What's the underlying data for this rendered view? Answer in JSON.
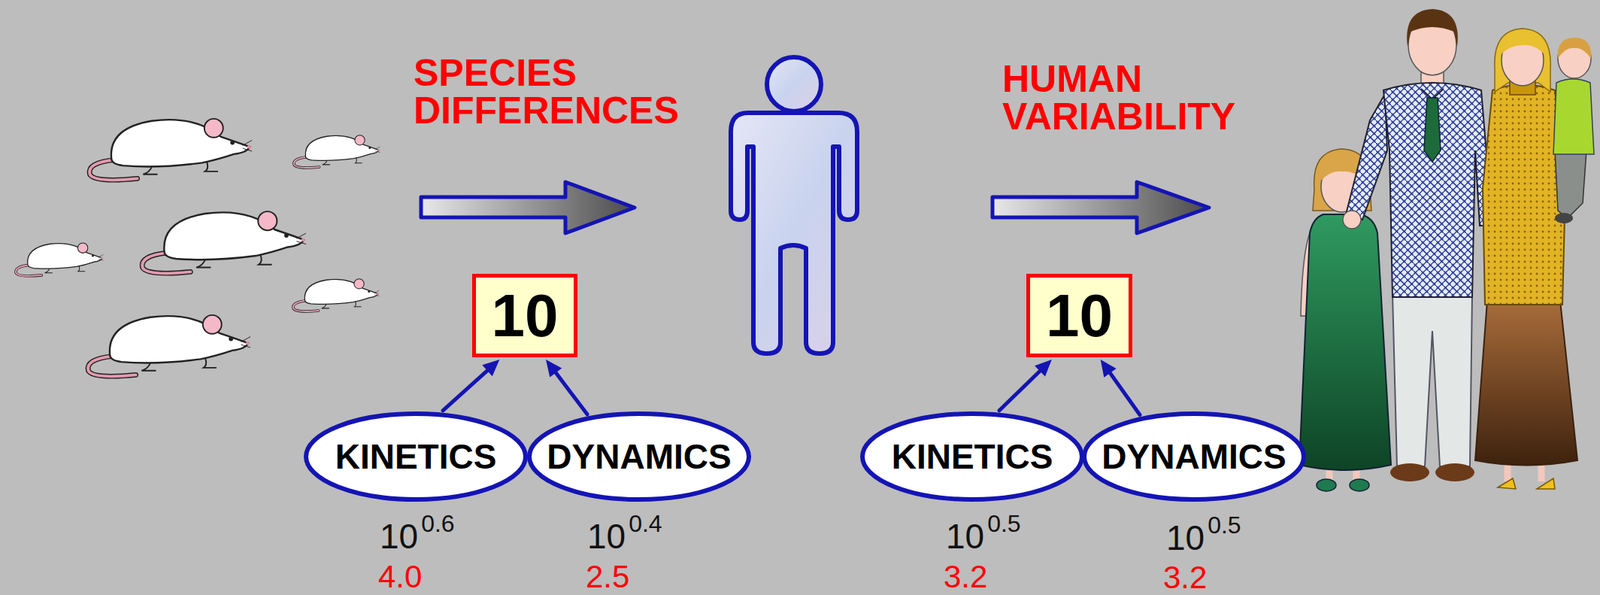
{
  "diagram": {
    "nodes": [
      {
        "text": [
          "10"
        ]
      },
      {
        "text": [
          "KINETICS"
        ]
      },
      {
        "text": [
          "DYNAMICS"
        ]
      },
      {
        "text": [
          "10"
        ]
      },
      {
        "text": [
          "KINETICS"
        ]
      },
      {
        "text": [
          "DYNAMICS"
        ]
      }
    ],
    "edges": [
      {
        "from": 1,
        "to": 0,
        "arrow": "to"
      },
      {
        "from": 2,
        "to": 0,
        "arrow": "to"
      },
      {
        "from": 4,
        "to": 3,
        "arrow": "to"
      },
      {
        "from": 5,
        "to": 3,
        "arrow": "to"
      }
    ],
    "labels": [
      "SPECIES DIFFERENCES",
      "HUMAN VARIABILITY",
      "10",
      "0.6",
      "4.0",
      "10",
      "0.4",
      "2.5",
      "10",
      "0.5",
      "3.2",
      "10",
      "0.5",
      "3.2"
    ]
  }
}
